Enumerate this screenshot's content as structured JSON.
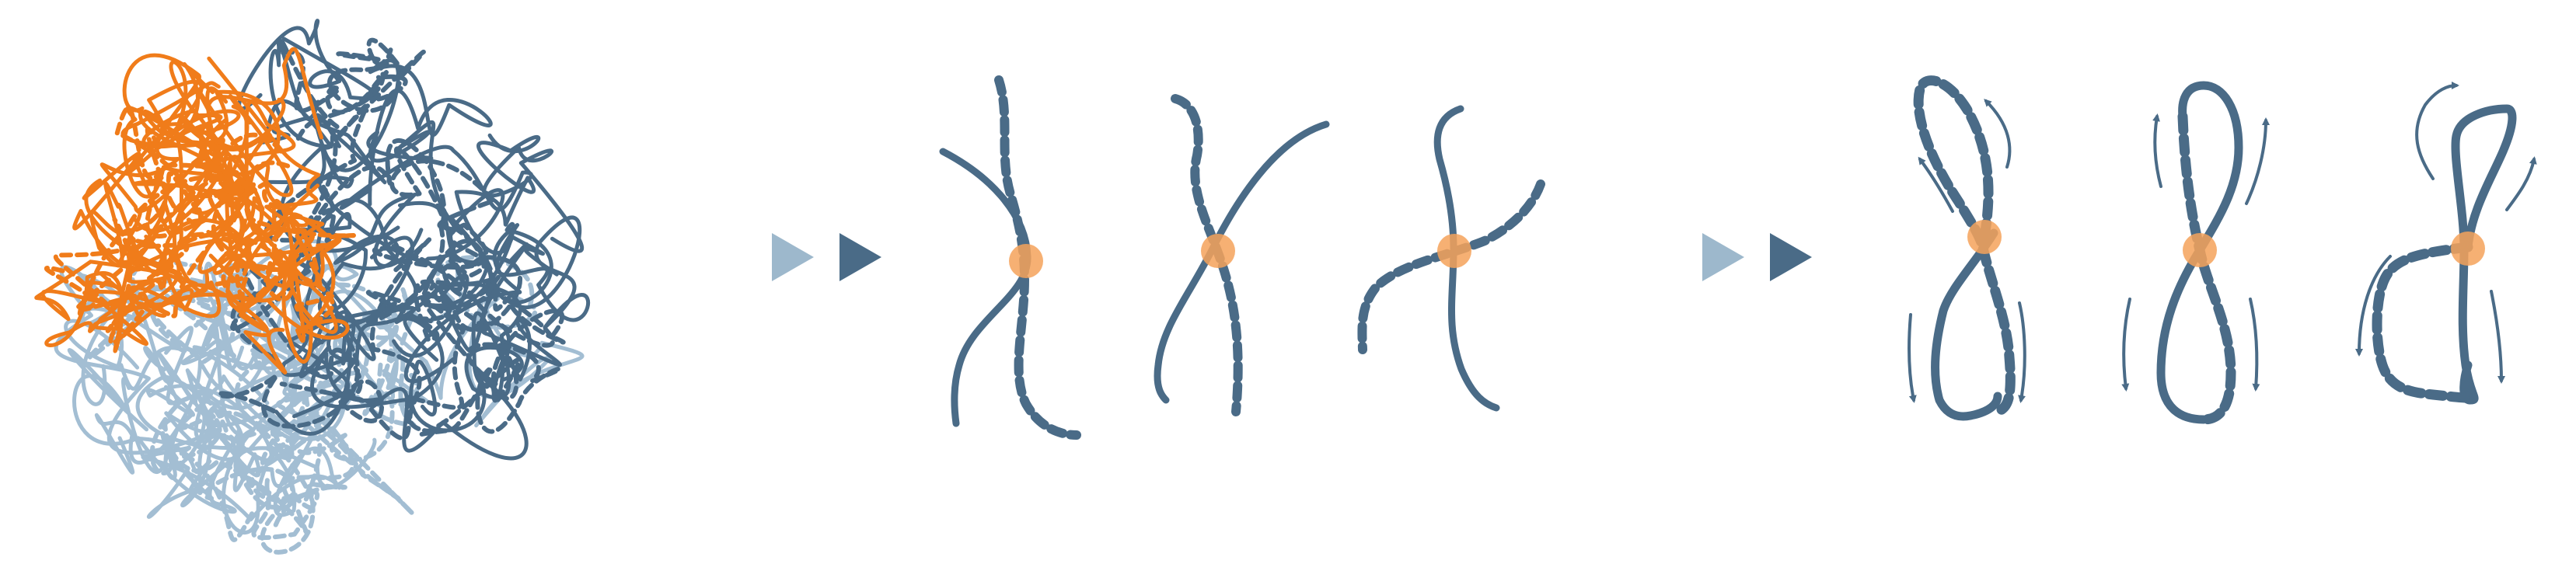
{
  "colors": {
    "orange": "#f07c1a",
    "dark_blue": "#4a6b87",
    "light_blue": "#a3bed3",
    "arrow_light": "#9db8cc",
    "arrow_dark": "#4a6b87",
    "crossing_dot": "#f5a25a",
    "background": "#ffffff"
  },
  "panels": {
    "tangle": {
      "description_icon": "tangled-chromatin-ball"
    },
    "arrows_1": {
      "icon": "play-triangle-icon"
    },
    "crossings": {
      "count": 3
    },
    "arrows_2": {
      "icon": "play-triangle-icon"
    },
    "loops": {
      "count": 3
    }
  }
}
